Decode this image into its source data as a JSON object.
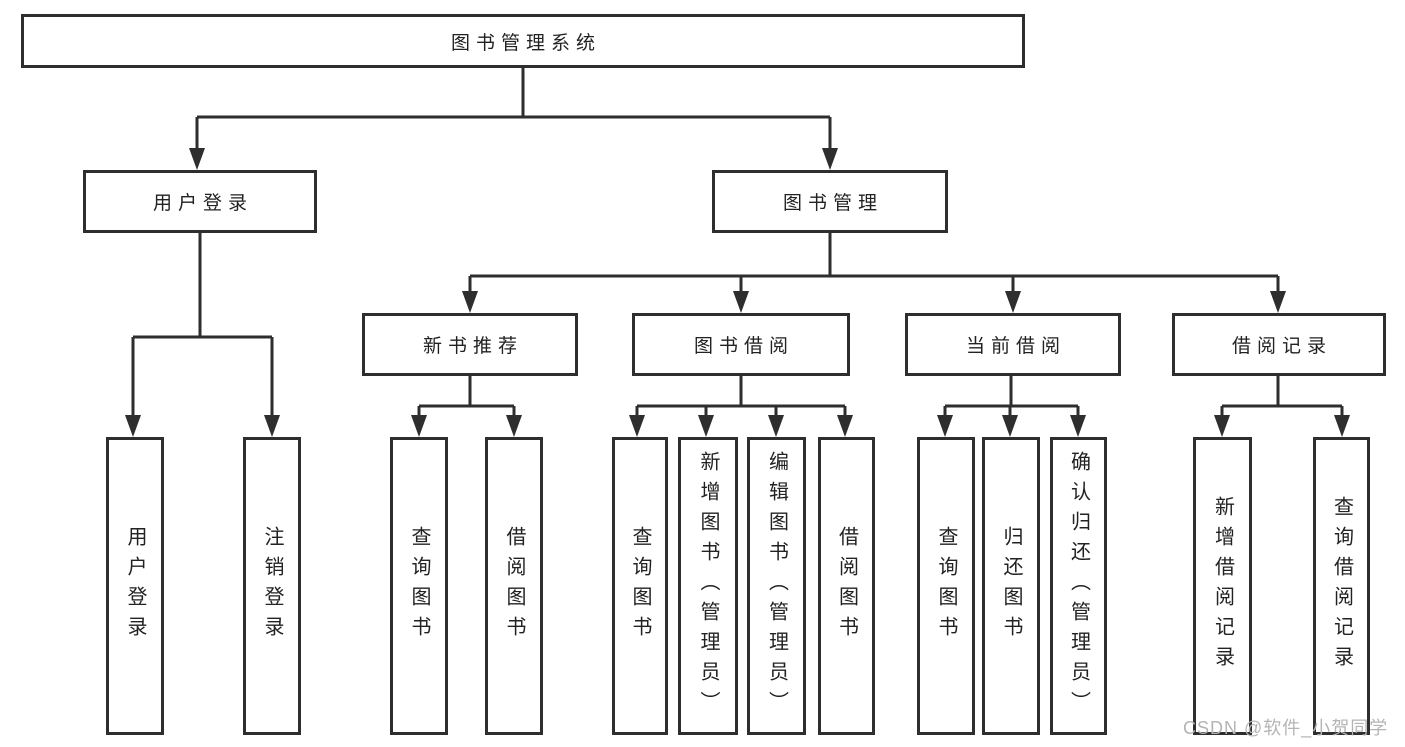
{
  "diagram": {
    "title": "图书管理系统",
    "colors": {
      "line": "#2e2e2e",
      "text": "#222222",
      "watermark": "#b4b4b4",
      "background": "#ffffff"
    },
    "tree": {
      "root": "图书管理系统",
      "branches": [
        {
          "label": "用户登录",
          "children": [
            "用户登录",
            "注销登录"
          ]
        },
        {
          "label": "图书管理",
          "groups": [
            {
              "label": "新书推荐",
              "children": [
                "查询图书",
                "借阅图书"
              ]
            },
            {
              "label": "图书借阅",
              "children": [
                "查询图书",
                "新增图书（管理员）",
                "编辑图书（管理员）",
                "借阅图书"
              ]
            },
            {
              "label": "当前借阅",
              "children": [
                "查询图书",
                "归还图书",
                "确认归还（管理员）"
              ]
            },
            {
              "label": "借阅记录",
              "children": [
                "新增借阅记录",
                "查询借阅记录"
              ]
            }
          ]
        }
      ]
    },
    "watermark": "CSDN @软件_小贺同学"
  }
}
